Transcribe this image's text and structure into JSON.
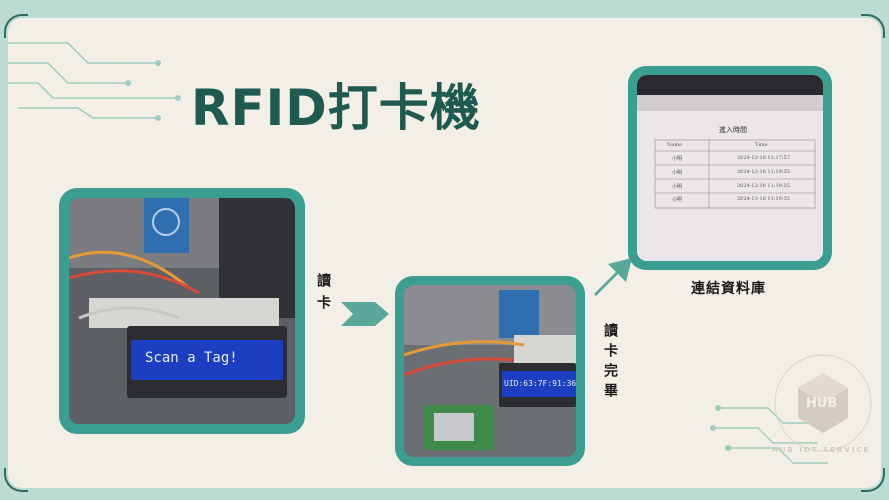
{
  "slide": {
    "title": "RFID打卡機",
    "labels": {
      "read_card": "讀卡",
      "read_done": "讀卡完畢",
      "connect_db": "連結資料庫"
    },
    "photo1": {
      "lcd_text": "Scan a Tag!"
    },
    "photo2": {
      "lcd_text": "UID:63:7F:91:36"
    },
    "photo3": {
      "table_title": "進入時間",
      "headers": [
        "Name",
        "Time"
      ],
      "rows": [
        [
          "小明",
          "2024-12-18 11:17:57"
        ],
        [
          "小明",
          "2024-12-18 11:19:35"
        ],
        [
          "小明",
          "2024-12-18 11:19:35"
        ],
        [
          "小明",
          "2024-12-18 11:19:35"
        ]
      ]
    },
    "watermark": {
      "logo": "HUB",
      "ring_text": "HUB IOT SERVICE"
    },
    "colors": {
      "frame": "#3a9e90",
      "title": "#1e5a4f",
      "background": "#f4efe6"
    }
  }
}
